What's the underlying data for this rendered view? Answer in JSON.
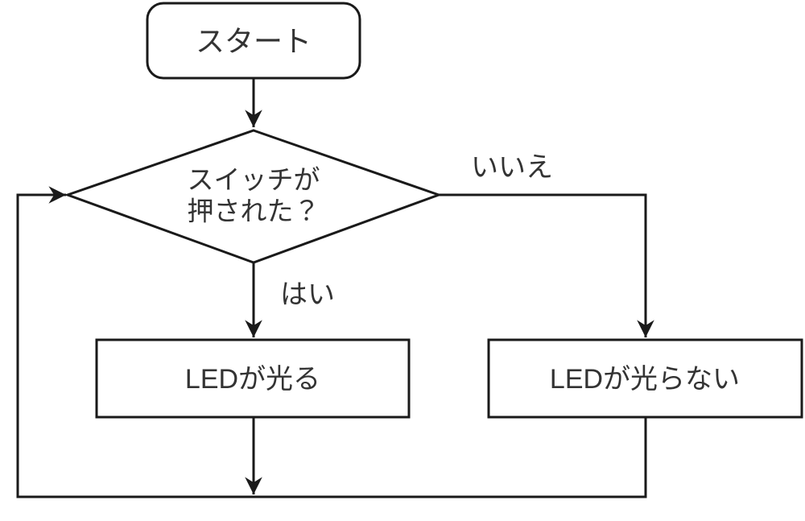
{
  "diagram": {
    "type": "flowchart",
    "background_color": "#ffffff",
    "line_color": "#1a1a1a",
    "text_color": "#333333",
    "nodes": {
      "start": {
        "type": "terminator",
        "label": "スタート"
      },
      "decision": {
        "type": "decision",
        "label_line1": "スイッチが",
        "label_line2": "押された？"
      },
      "led_on": {
        "type": "process",
        "label": "LEDが光る"
      },
      "led_off": {
        "type": "process",
        "label": "LEDが光らない"
      }
    },
    "edge_labels": {
      "yes": "はい",
      "no": "いいえ"
    }
  }
}
